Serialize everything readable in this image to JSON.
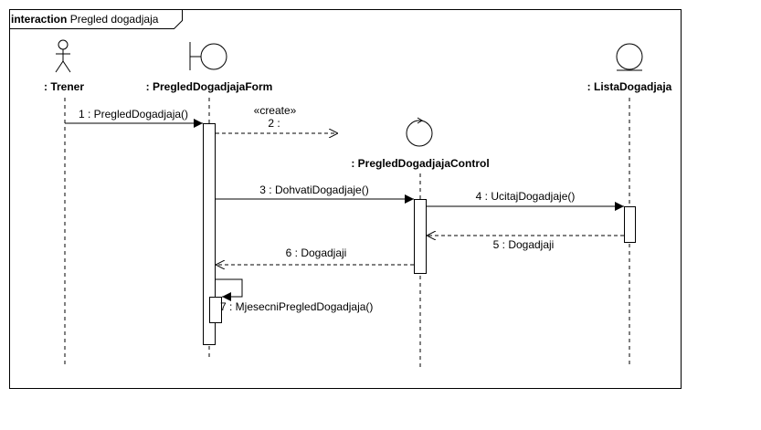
{
  "frame": {
    "keyword": "interaction",
    "name": "Pregled dogadjaja"
  },
  "lifelines": {
    "trener": {
      "label": ": Trener",
      "icon": "actor-icon"
    },
    "form": {
      "label": ": PregledDogadjajaForm",
      "icon": "boundary-icon"
    },
    "control": {
      "label": ": PregledDogadjajaControl",
      "icon": "control-icon"
    },
    "lista": {
      "label": ": ListaDogadjaja",
      "icon": "entity-icon"
    }
  },
  "messages": {
    "m1": "1 : PregledDogadjaja()",
    "m2_stereotype": "«create»",
    "m2": "2 :",
    "m3": "3 : DohvatiDogadjaje()",
    "m4": "4 : UcitajDogadjaje()",
    "m5": "5 : Dogadjaji",
    "m6": "6 : Dogadjaji",
    "m7": "7 : MjesecniPregledDogadjaja()"
  },
  "colors": {
    "line": "#000000",
    "lifeline": "#000000",
    "background": "#ffffff"
  }
}
